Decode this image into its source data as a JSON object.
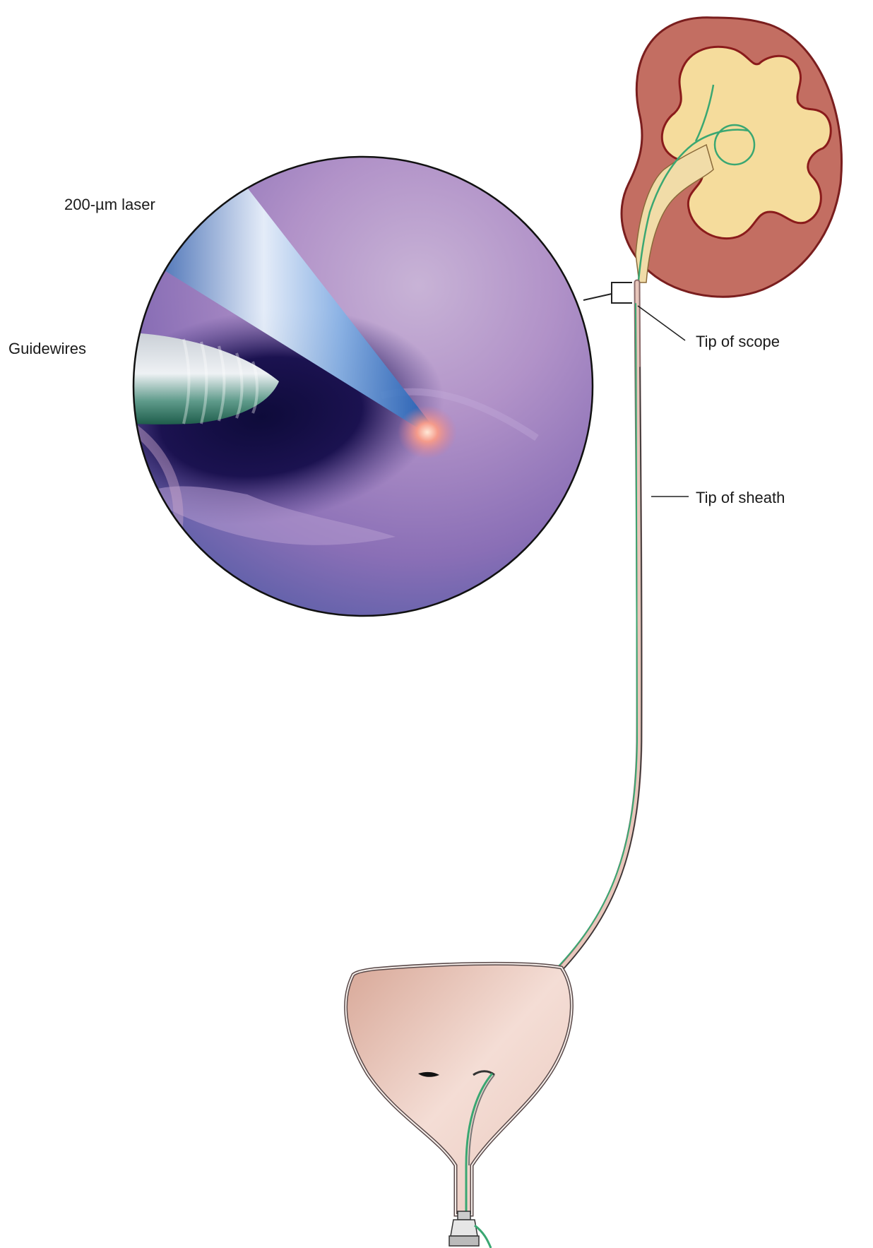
{
  "labels": {
    "laser": "200-µm laser",
    "guidewires": "Guidewires",
    "tip_of_scope": "Tip of scope",
    "tip_of_sheath": "Tip of sheath"
  }
}
